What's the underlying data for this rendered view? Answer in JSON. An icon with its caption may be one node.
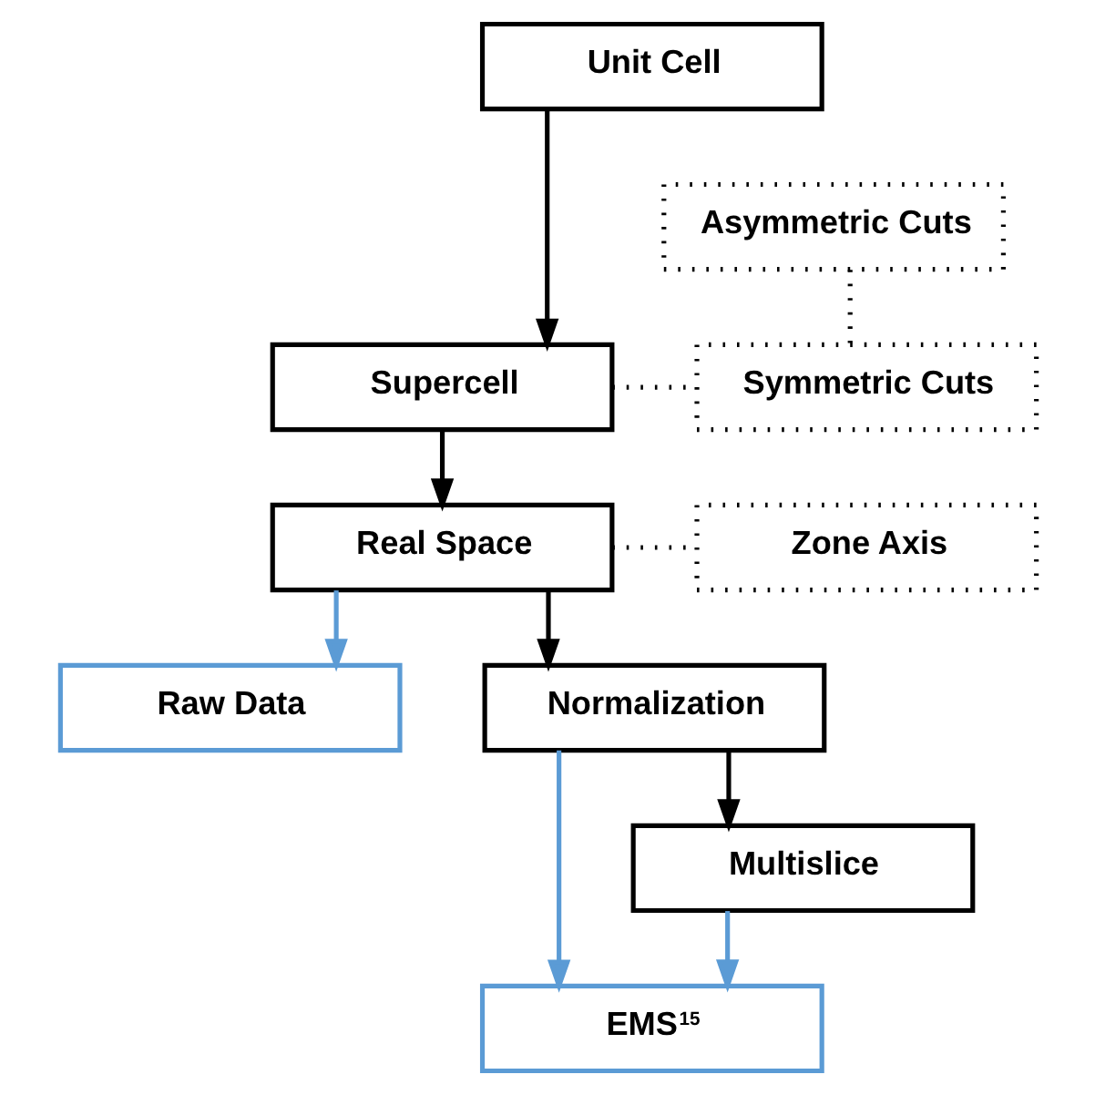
{
  "diagram": {
    "nodes": [
      {
        "text": [
          "Unit Cell"
        ]
      },
      {
        "text": [
          "Supercell"
        ]
      },
      {
        "text": [
          "Asymmetric Cuts"
        ]
      },
      {
        "text": [
          "Symmetric Cuts"
        ]
      },
      {
        "text": [
          "Real Space"
        ]
      },
      {
        "text": [
          "Zone Axis"
        ]
      },
      {
        "text": [
          "Raw Data"
        ]
      },
      {
        "text": [
          "Normalization"
        ]
      },
      {
        "text": [
          "EMS$^{15}$"
        ]
      },
      {
        "text": [
          "Multislice"
        ]
      }
    ],
    "edges": [
      {
        "from": 0,
        "to": 1,
        "arrow": "to"
      },
      {
        "from": 1,
        "to": 4,
        "arrow": "to"
      },
      {
        "from": 4,
        "to": 7,
        "arrow": "to"
      },
      {
        "from": 7,
        "to": 9,
        "arrow": "to"
      },
      {
        "from": 1,
        "to": 3,
        "arrow": "none",
        "style": "dashed"
      },
      {
        "from": 2,
        "to": 3,
        "arrow": "none",
        "style": "dashed"
      },
      {
        "from": 4,
        "to": 5,
        "arrow": "none",
        "style": "dashed"
      },
      {
        "from": 4,
        "to": 6,
        "arrow": "to",
        "color": "#5b9bd5"
      },
      {
        "from": 7,
        "to": 8,
        "arrow": "to",
        "color": "#5b9bd5"
      },
      {
        "from": 9,
        "to": 8,
        "arrow": "to",
        "color": "#5b9bd5"
      }
    ]
  }
}
